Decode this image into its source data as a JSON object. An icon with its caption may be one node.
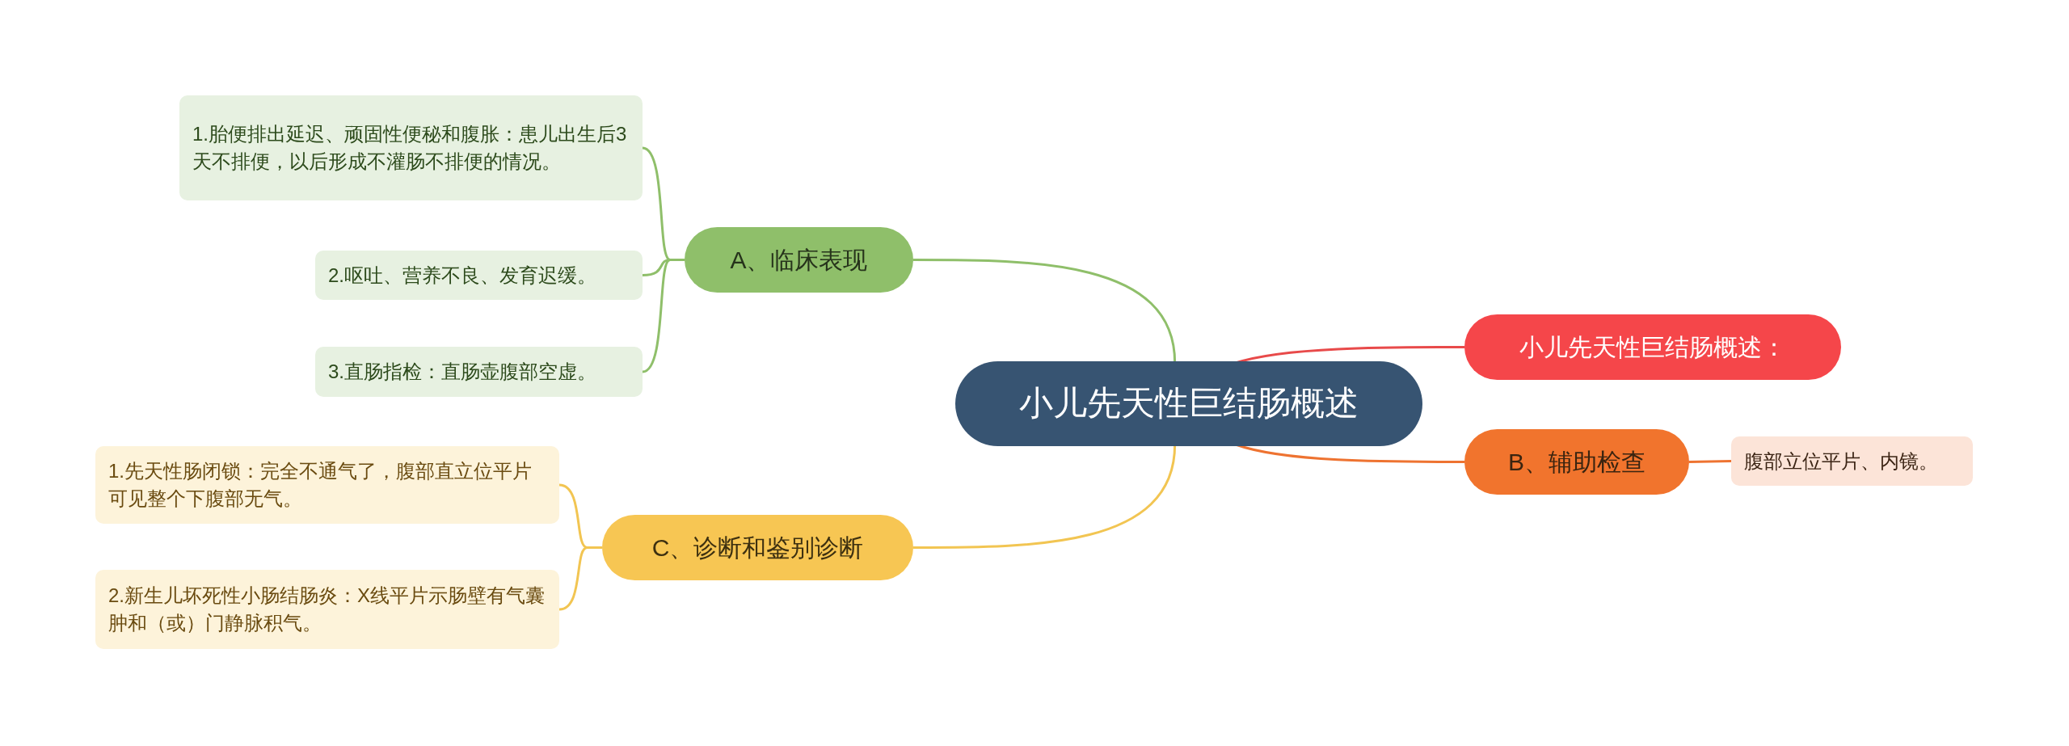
{
  "diagram": {
    "nodes": [
      {
        "text": [
          "小儿先天性巨结肠概述"
        ]
      },
      {
        "text": [
          "小儿先天性巨结肠概述："
        ]
      },
      {
        "text": [
          "B、辅助检查"
        ]
      },
      {
        "text": [
          "腹部立位平片、内镜。"
        ]
      },
      {
        "text": [
          "A、临床表现"
        ]
      },
      {
        "text": [
          "1.胎便排出延迟、顽固性便秘和腹胀：患儿出生后3天不排便，以后形成不灌肠不排便的情况。"
        ]
      },
      {
        "text": [
          "2.呕吐、营养不良、发育迟缓。"
        ]
      },
      {
        "text": [
          "3.直肠指检：直肠壶腹部空虚。"
        ]
      },
      {
        "text": [
          "C、诊断和鉴别诊断"
        ]
      },
      {
        "text": [
          "1.先天性肠闭锁：完全不通气了，腹部直立位平片可见整个下腹部无气。"
        ]
      },
      {
        "text": [
          "2.新生儿坏死性小肠结肠炎：X线平片示肠壁有气囊肿和（或）门静脉积气。"
        ]
      }
    ],
    "edges": [
      {
        "from": 0,
        "to": 1,
        "arrow": "none",
        "color": "#e84a4a"
      },
      {
        "from": 0,
        "to": 2,
        "arrow": "none",
        "color": "#ee7331"
      },
      {
        "from": 2,
        "to": 3,
        "arrow": "none",
        "color": "#ee7331"
      },
      {
        "from": 0,
        "to": 4,
        "arrow": "none"
      },
      {
        "from": 4,
        "to": 5,
        "arrow": "none"
      },
      {
        "from": 4,
        "to": 6,
        "arrow": "none"
      },
      {
        "from": 4,
        "to": 7,
        "arrow": "none"
      },
      {
        "from": 0,
        "to": 8,
        "arrow": "none",
        "color": "#f2c552"
      },
      {
        "from": 8,
        "to": 9,
        "arrow": "none",
        "color": "#f2c552"
      },
      {
        "from": 8,
        "to": 10,
        "arrow": "none",
        "color": "#f2c552"
      }
    ]
  }
}
